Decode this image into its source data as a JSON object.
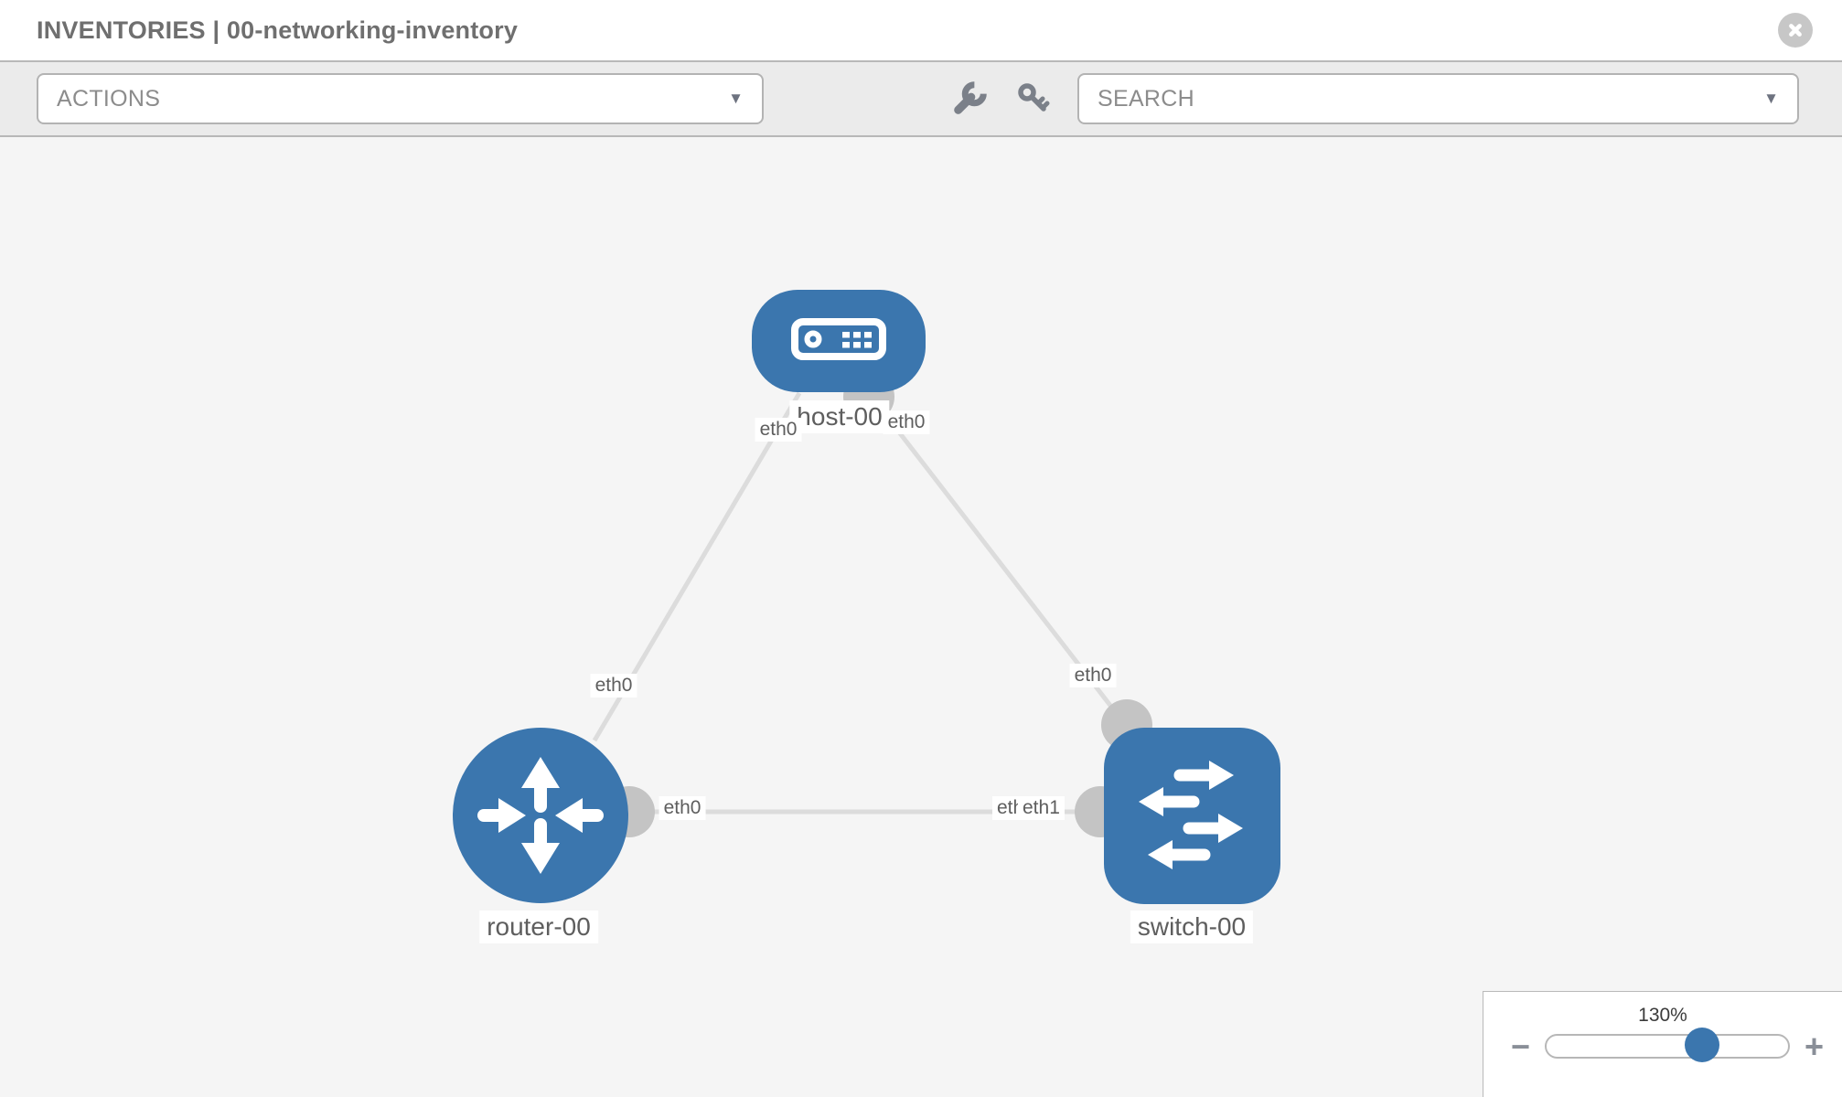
{
  "header": {
    "title": "INVENTORIES | 00-networking-inventory"
  },
  "toolbar": {
    "actions_label": "ACTIONS",
    "search_label": "SEARCH",
    "caret_glyph": "▼"
  },
  "icons": {
    "close": "circle-x-icon",
    "toolbar_left": "wrench-icon",
    "toolbar_right": "key-icon",
    "dropdown": "caret-down-icon"
  },
  "topology": {
    "nodes": [
      {
        "label": "host-00",
        "type": "host"
      },
      {
        "label": "router-00",
        "type": "router"
      },
      {
        "label": "switch-00",
        "type": "switch"
      }
    ],
    "links": [
      {
        "from": "host-00",
        "from_interface": "eth0",
        "to": "router-00",
        "to_interface": "eth0"
      },
      {
        "from": "host-00",
        "from_interface": "eth0",
        "to": "switch-00",
        "to_interface": "eth0"
      },
      {
        "from": "router-00",
        "from_interface": "eth0",
        "to": "switch-00",
        "to_interface": "eth1"
      }
    ],
    "interface_labels": [
      "eth0",
      "eth0",
      "eth0",
      "eth0",
      "eth0",
      "eth0",
      "eth1"
    ]
  },
  "zoom_control": {
    "level": "130%",
    "minus_label": "−",
    "plus_label": "+",
    "slider_position_percent": 64.5
  },
  "colors": {
    "node_blue": "#3b76ae",
    "canvas_bg": "#f5f5f5",
    "toolbar_bg": "#ebebeb",
    "link_gray": "#dcdcdc",
    "port_gray": "#c4c4c4",
    "divider": "#b8b8b8",
    "control_border": "#b3b3b3",
    "control_text": "#8c8c8c",
    "header_text": "#6f6f6f",
    "chip_text": "#5e5e5e",
    "icon_gray": "#7b8089",
    "close_gray": "#c7c7c7",
    "zoom_text": "#3b3b3b",
    "plusminus_gray": "#8a8f98"
  }
}
